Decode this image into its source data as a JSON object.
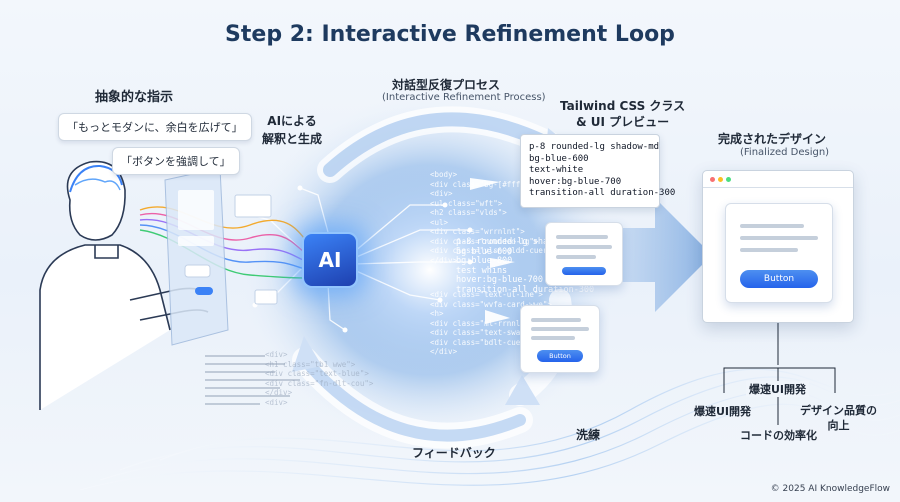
{
  "title": "Step 2: Interactive Refinement Loop",
  "instructions": {
    "heading": "抽象的な指示",
    "bubble_1": "「もっとモダンに、余白を広げて」",
    "bubble_2": "「ボタンを強調して」"
  },
  "ai": {
    "caption": "AIによる\n解釈と生成",
    "chip_label": "AI"
  },
  "process": {
    "title": "対話型反復プロセス",
    "subtitle": "(Interactive Refinement Process)"
  },
  "preview": {
    "title": "Tailwind CSS クラス\n& UI プレビュー",
    "classes": [
      "p-8 rounded-lg shadow-md",
      "bg-blue-600",
      "text-white",
      "hover:bg-blue-700",
      "transition-all duration-300"
    ]
  },
  "center_code": {
    "lines": [
      "p-8 rounded-lg shadow md",
      "bg blue-600",
      "bg:blue-800",
      "test whins",
      "hover:bg-blue-700",
      "transition-all duration-300"
    ]
  },
  "floating_code": {
    "block_1": [
      "<body>",
      "<div class=\"bg-[#fff\">",
      "<div>",
      "<ul class=\"wft\">",
      "<h2 class=\"vlds\">",
      "<ul>",
      "<div class=\"wrrnlnt\">",
      "<div class=\"rounded-lg\">",
      "<div class=\"vlsn-gldd-cuer\">",
      "</div>"
    ],
    "block_2": [
      "<div class=\"text-ul-ine\">",
      "<div class=\"wvfa-card-wwe\">",
      "<h>",
      "<div class=\"ml-rrnnlnt-lg\">",
      "<div class=\"text-swa\">",
      "<div class=\"bdlt-cuet\">",
      "</div>"
    ],
    "block_3": [
      "<div>",
      "<h1 class=\"tb1 wwe\">",
      "<div class=\"text-blue\">",
      "<div class=\"fn-dlt-cou\">",
      "</div>",
      "<div>"
    ]
  },
  "mini_button_label": "Button",
  "final": {
    "title": "完成されたデザイン",
    "subtitle": "(Finalized Design)",
    "button_label": "Button"
  },
  "feedback_label": "フィードバック",
  "refine_label": "洗練",
  "benefits": {
    "top": "爆速UI開発",
    "left": "爆速UI開発",
    "right": "デザイン品質の\n向上",
    "bottom": "コードの効率化"
  },
  "copyright": "© 2025 AI KnowledgeFlow",
  "colors": {
    "accent": "#2563eb",
    "title": "#1e3a5f",
    "glow": "#60a5fa",
    "background": "#eef4fb"
  }
}
